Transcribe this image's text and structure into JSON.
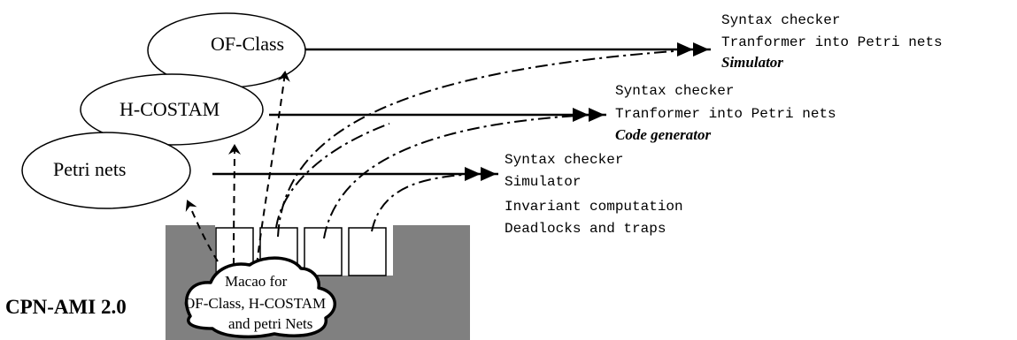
{
  "nodes": {
    "of_class": "OF-Class",
    "h_costam": "H-COSTAM",
    "petri_nets": "Petri nets"
  },
  "of_class_tools": {
    "line1": "Syntax checker",
    "line2": "Tranformer into Petri nets",
    "line3": "Simulator"
  },
  "h_costam_tools": {
    "line1": "Syntax checker",
    "line2": "Tranformer into Petri nets",
    "line3": "Code generator"
  },
  "petri_tools": {
    "line1": "Syntax checker",
    "line2": "Simulator",
    "line3": "Invariant computation",
    "line4": "Deadlocks and traps"
  },
  "macao": {
    "line1": "Macao for",
    "line2": "OF-Class, H-COSTAM",
    "line3": "and petri Nets"
  },
  "platform_label": "CPN-AMI 2.0",
  "colors": {
    "platform_gray": "#808080",
    "stroke": "#000000",
    "background": "#ffffff"
  }
}
